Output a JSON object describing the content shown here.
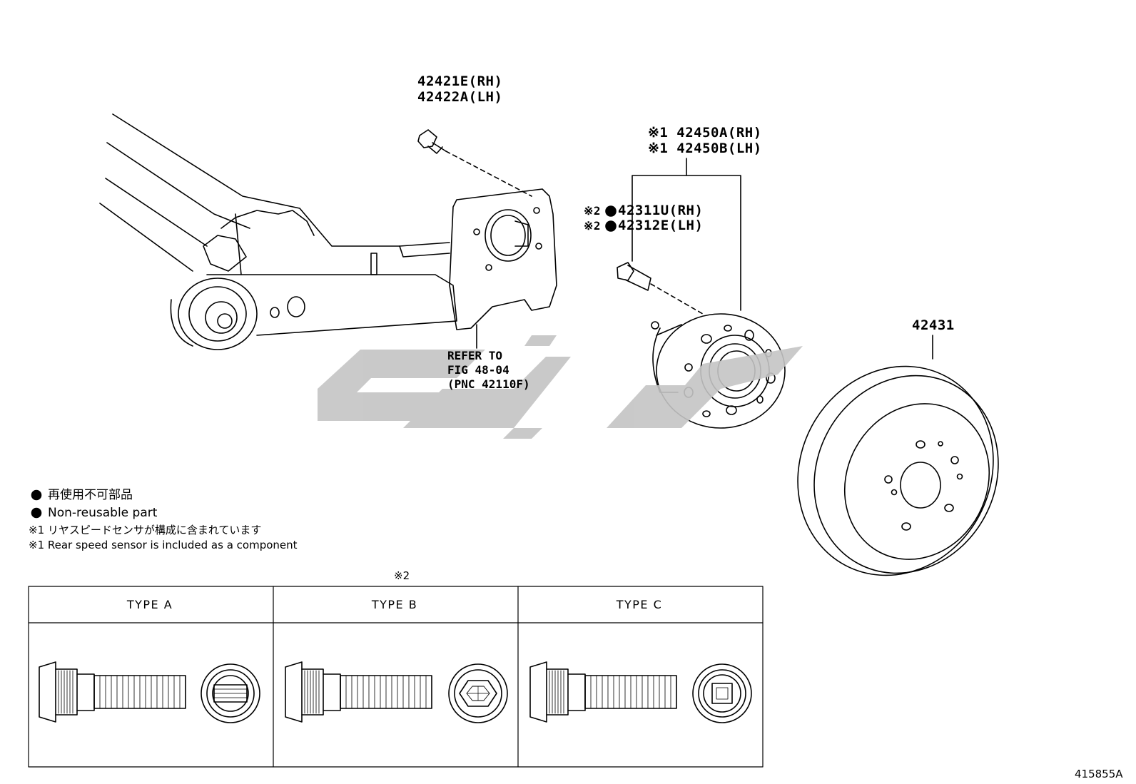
{
  "labels": {
    "bolt_rh": "42421E(RH)",
    "bolt_lh": "42422A(LH)",
    "hub_rh": "※1 42450A(RH)",
    "hub_lh": "※1 42450B(LH)",
    "stud_rh_prefix": "※2",
    "stud_rh": "42311U(RH)",
    "stud_lh_prefix": "※2",
    "stud_lh": "42312E(LH)",
    "disc": "42431",
    "refer_1": "REFER TO",
    "refer_2": "FIG 48-04",
    "refer_3": "(PNC 42110F)"
  },
  "legend": {
    "nonreuse_jp": "再使用不可部品",
    "nonreuse_en": "Non-reusable part",
    "note1_jp": "※1 リヤスピードセンサが構成に含まれています",
    "note1_en": "※1 Rear speed sensor is included as a component"
  },
  "table": {
    "caption": "※2",
    "headers": [
      "TYPE A",
      "TYPE B",
      "TYPE C"
    ]
  },
  "watermark": "Cars48",
  "figure_id": "415855A",
  "colors": {
    "line": "#000000",
    "watermark": "#c8c8c8"
  }
}
